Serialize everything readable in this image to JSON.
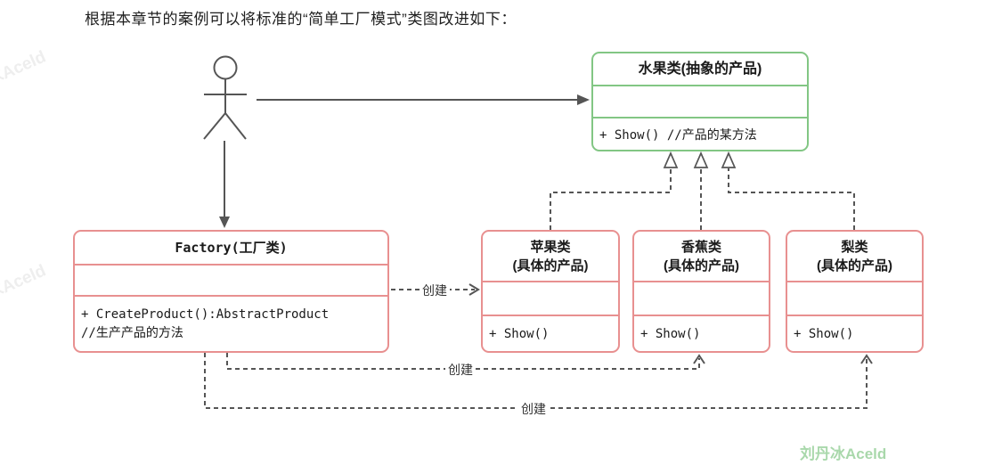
{
  "page_title": "根据本章节的案例可以将标准的“简单工厂模式”类图改进如下：",
  "classes": {
    "fruit": {
      "title": "水果类(抽象的产品)",
      "method": "+ Show() //产品的某方法"
    },
    "factory": {
      "title": "Factory(工厂类)",
      "method_line1": "+ CreateProduct():AbstractProduct",
      "method_line2": "//生产产品的方法"
    },
    "apple": {
      "title_line1": "苹果类",
      "title_line2": "(具体的产品)",
      "method": "+ Show()"
    },
    "banana": {
      "title_line1": "香蕉类",
      "title_line2": "(具体的产品)",
      "method": "+ Show()"
    },
    "pear": {
      "title_line1": "梨类",
      "title_line2": "(具体的产品)",
      "method": "+ Show()"
    }
  },
  "edges": {
    "create_label": "创建"
  },
  "watermarks": {
    "brand": "刘丹冰Aceld",
    "tile": "冰Aceld"
  },
  "colors": {
    "abstract_border": "#82c684",
    "concrete_border": "#e89090",
    "line": "#555555",
    "brand_watermark": "#a9d8ab"
  }
}
